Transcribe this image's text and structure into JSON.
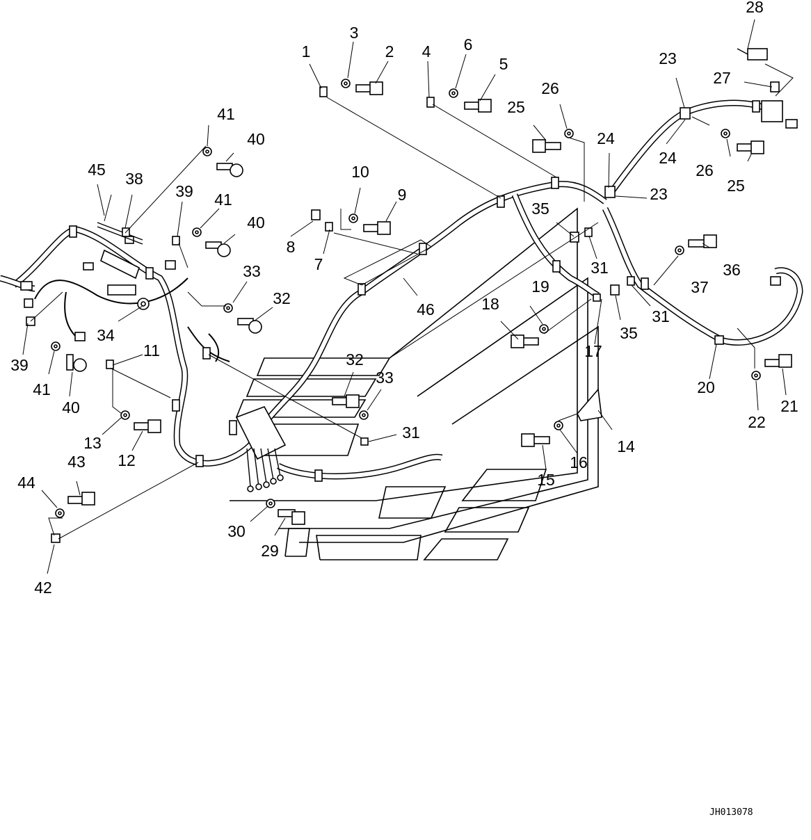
{
  "diagram": {
    "drawing_code": "JH013078",
    "callouts": [
      "1",
      "2",
      "3",
      "4",
      "5",
      "6",
      "7",
      "8",
      "9",
      "10",
      "11",
      "12",
      "13",
      "14",
      "15",
      "16",
      "17",
      "18",
      "19",
      "20",
      "21",
      "22",
      "23",
      "24",
      "25",
      "26",
      "27",
      "28",
      "29",
      "30",
      "31",
      "32",
      "33",
      "34",
      "35",
      "36",
      "37",
      "38",
      "39",
      "40",
      "41",
      "42",
      "43",
      "44",
      "45",
      "46"
    ]
  }
}
